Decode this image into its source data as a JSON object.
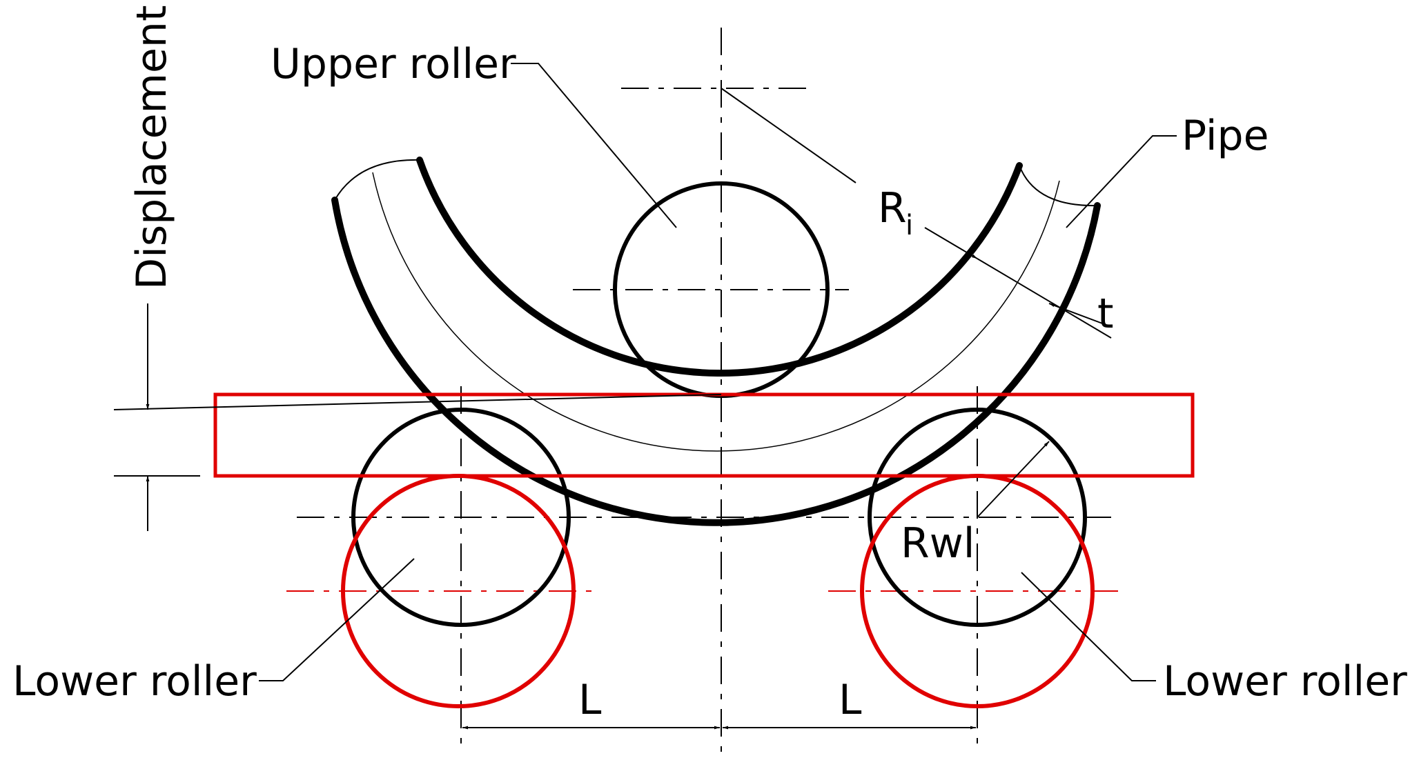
{
  "labels": {
    "upper_roller": "Upper roller",
    "pipe": "Pipe",
    "lower_roller_left": "Lower roller",
    "lower_roller_right": "Lower roller",
    "displacement": "Displacement",
    "radius_inner_main": "R",
    "radius_inner_sub": "i",
    "thickness": "t",
    "radius_lower": "Rwl",
    "span_left": "L",
    "span_right": "L"
  },
  "colors": {
    "line": "#000000",
    "highlight": "#e00000"
  }
}
